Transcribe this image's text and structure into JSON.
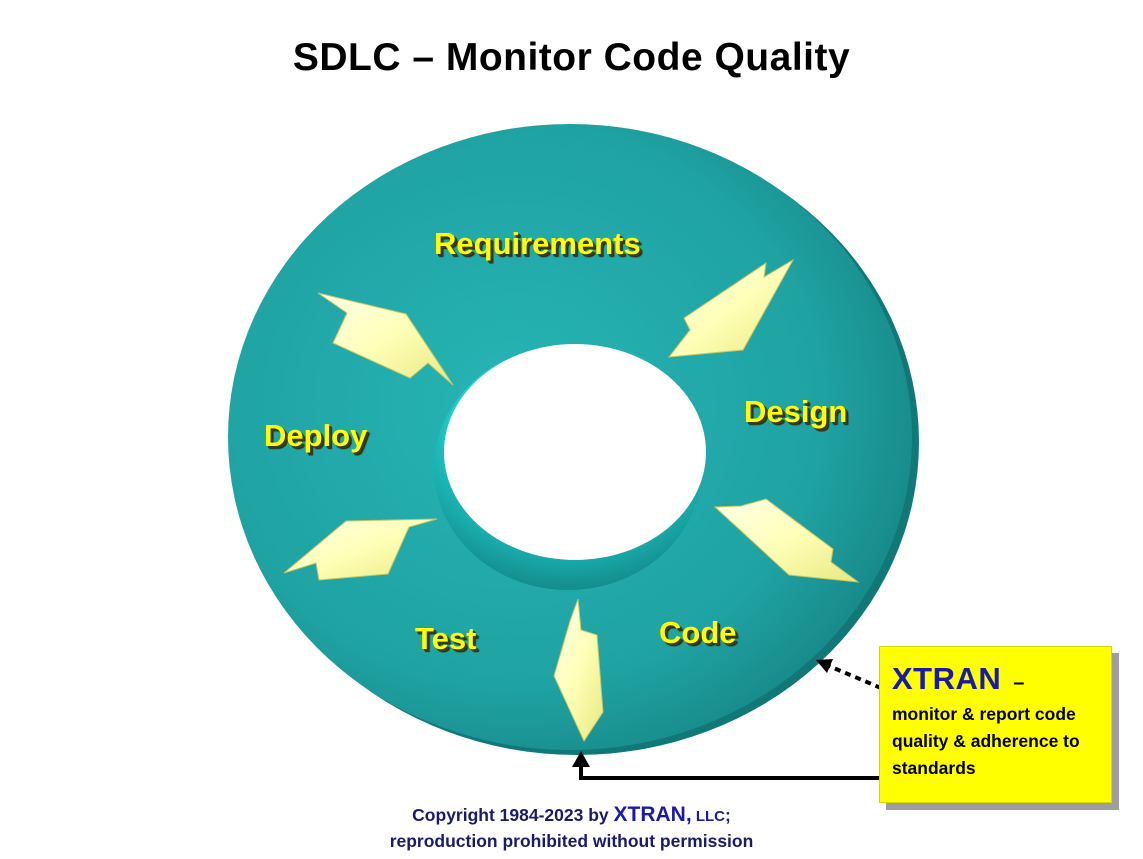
{
  "title": "SDLC – Monitor Code Quality",
  "cycle": {
    "stages": [
      {
        "id": "requirements",
        "label": "Requirements"
      },
      {
        "id": "design",
        "label": "Design"
      },
      {
        "id": "code",
        "label": "Code"
      },
      {
        "id": "test",
        "label": "Test"
      },
      {
        "id": "deploy",
        "label": "Deploy"
      }
    ],
    "ring_color": "#20a3a3",
    "arrow_color": "#ffffc0",
    "label_color": "#ffff00"
  },
  "callout": {
    "brand": "XTRAN",
    "dash": "–",
    "text": "monitor & report code quality & adherence to standards",
    "background": "#ffff00",
    "brand_color": "#1a1aa8"
  },
  "copyright": {
    "prefix": "Copyright 1984-2023 by ",
    "brand": "XTRAN,",
    "llc": " LLC",
    "suffix": ";",
    "line2": "reproduction prohibited without permission"
  }
}
